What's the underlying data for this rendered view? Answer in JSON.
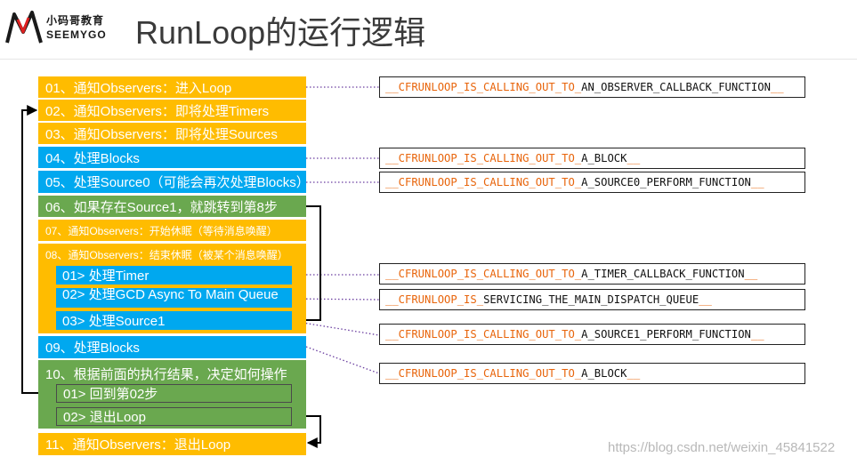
{
  "header": {
    "logo_top": "小码哥教育",
    "logo_bottom": "SEEMYGO",
    "title": "RunLoop的运行逻辑"
  },
  "steps": {
    "s01": "01、通知Observers：进入Loop",
    "s02": "02、通知Observers：即将处理Timers",
    "s03": "03、通知Observers：即将处理Sources",
    "s04": "04、处理Blocks",
    "s05": "05、处理Source0（可能会再次处理Blocks）",
    "s06": "06、如果存在Source1，就跳转到第8步",
    "s07": "07、通知Observers：开始休眠（等待消息唤醒）",
    "s08": "08、通知Observers：结束休眠（被某个消息唤醒）",
    "s08_sub1": "01> 处理Timer",
    "s08_sub2": "02> 处理GCD Async To Main Queue",
    "s08_sub3": "03> 处理Source1",
    "s09": "09、处理Blocks",
    "s10": "10、根据前面的执行结果，决定如何操作",
    "s10_sub1": "01> 回到第02步",
    "s10_sub2": "02> 退出Loop",
    "s11": "11、通知Observers：退出Loop"
  },
  "functions": [
    {
      "prefix": "__CFRUNLOOP_IS_CALLING_OUT_TO_",
      "name": "AN_OBSERVER_CALLBACK_FUNCTION",
      "suffix": "__"
    },
    {
      "prefix": "__CFRUNLOOP_IS_CALLING_OUT_TO_",
      "name": "A_BLOCK",
      "suffix": "__"
    },
    {
      "prefix": "__CFRUNLOOP_IS_CALLING_OUT_TO_",
      "name": "A_SOURCE0_PERFORM_FUNCTION",
      "suffix": "__"
    },
    {
      "prefix": "__CFRUNLOOP_IS_CALLING_OUT_TO_",
      "name": "A_TIMER_CALLBACK_FUNCTION",
      "suffix": "__"
    },
    {
      "prefix": "__CFRUNLOOP_IS_",
      "name": "SERVICING_THE_MAIN_DISPATCH_QUEUE",
      "suffix": "__"
    },
    {
      "prefix": "__CFRUNLOOP_IS_CALLING_OUT_TO_",
      "name": "A_SOURCE1_PERFORM_FUNCTION",
      "suffix": "__"
    },
    {
      "prefix": "__CFRUNLOOP_IS_CALLING_OUT_TO_",
      "name": "A_BLOCK",
      "suffix": "__"
    }
  ],
  "watermark": "https://blog.csdn.net/weixin_45841522",
  "colors": {
    "yellow": "#ffbc00",
    "blue": "#00a8ef",
    "green": "#6aa84f",
    "connector": "#6b3fa0",
    "function_prefix": "#e8650c"
  }
}
